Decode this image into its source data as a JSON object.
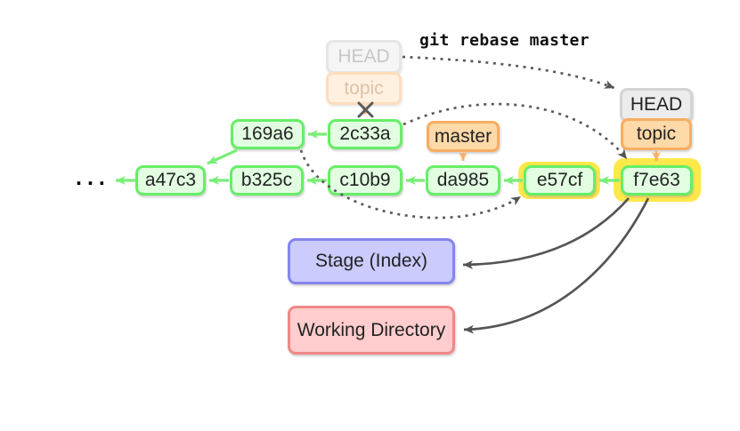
{
  "command": "git rebase master",
  "ellipsis": "...",
  "refs": {
    "old_head": {
      "label": "HEAD",
      "state": "faded"
    },
    "old_branch": {
      "label": "topic",
      "state": "faded"
    },
    "new_head": {
      "label": "HEAD",
      "state": "active"
    },
    "new_branch": {
      "label": "topic",
      "state": "active"
    },
    "master": {
      "label": "master",
      "state": "active"
    }
  },
  "commits": {
    "topic_row": [
      {
        "id": "169a6"
      },
      {
        "id": "2c33a"
      }
    ],
    "main_row": [
      {
        "id": "a47c3"
      },
      {
        "id": "b325c"
      },
      {
        "id": "c10b9"
      },
      {
        "id": "da985"
      },
      {
        "id": "e57cf",
        "highlighted": true
      },
      {
        "id": "f7e63",
        "highlighted": true
      }
    ]
  },
  "areas": {
    "stage": "Stage (Index)",
    "workdir": "Working Directory"
  },
  "colors": {
    "commit_fill": "#e2ffe2",
    "commit_border": "#66ee66",
    "commit_arrow": "#78ee78",
    "ref_fill": "#ffd9a8",
    "ref_border": "#f8ad61",
    "ref_arrow": "#f8b168",
    "head_fill": "#ececec",
    "head_border": "#d4d4d4",
    "faded_head_fill": "#f5f5f5",
    "faded_topic_fill": "#fff0e0",
    "highlight_glow": "#ffe84a",
    "stage_fill": "#cbcbfe",
    "stage_border": "#8484f0",
    "workdir_fill": "#ffcdcd",
    "workdir_border": "#f08888",
    "dotted_arrow": "#5a5a5a",
    "solid_arrow": "#555555",
    "command_text": "#111111"
  }
}
